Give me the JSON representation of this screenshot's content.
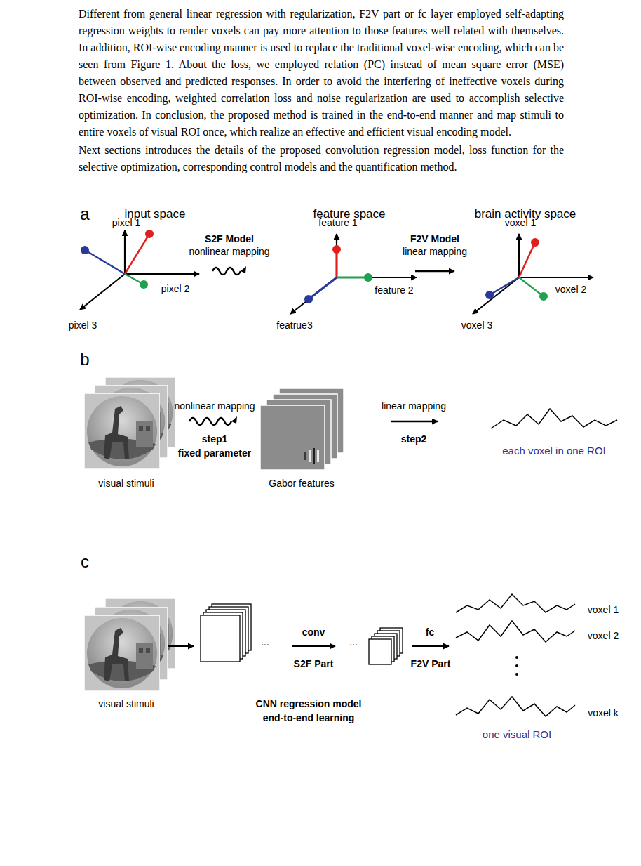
{
  "diagram": {
    "labels": [
      "Different from general linear regression with regularization, F2V part or fc layer employed self-adapting regression weights to render voxels can pay more attention to those features well related with themselves. In addition, ROI-wise encoding manner is used to replace the traditional voxel-wise encoding, which can be seen from Figure 1. About the loss, we employed relation (PC) instead of mean square error (MSE) between observed and predicted responses. In order to avoid the interfering of ineffective voxels during ROI-wise encoding, weighted correlation loss and noise regularization are used to accomplish selective optimization. In conclusion, the proposed method is trained in the end-to-end manner and map stimuli to entire voxels of visual ROI once, which realize an effective and efficient visual encoding model.",
      "Next sections introduces the details of the proposed convolution regression model, loss function for the selective optimization, corresponding control models and the quantification method.",
      "a",
      "input space",
      "feature space",
      "brain activity space",
      "pixel 1",
      "S2F Model",
      "nonlinear mapping",
      "feature 1",
      "F2V Model",
      "linear mapping",
      "voxel 1",
      "pixel 2",
      "feature 2",
      "voxel 2",
      "pixel 3",
      "featrue3",
      "voxel 3",
      "b",
      "nonlinear mapping",
      "step1",
      "fixed parameter",
      "linear mapping",
      "step2",
      "visual stimuli",
      "Gabor features",
      "each voxel in one ROI",
      "c",
      "voxel 1",
      "conv",
      "fc",
      "voxel 2",
      "...",
      "...",
      "S2F Part",
      "F2V Part",
      "visual stimuli",
      "CNN regression model",
      "voxel k",
      "end-to-end learning",
      "one visual ROI"
    ]
  }
}
